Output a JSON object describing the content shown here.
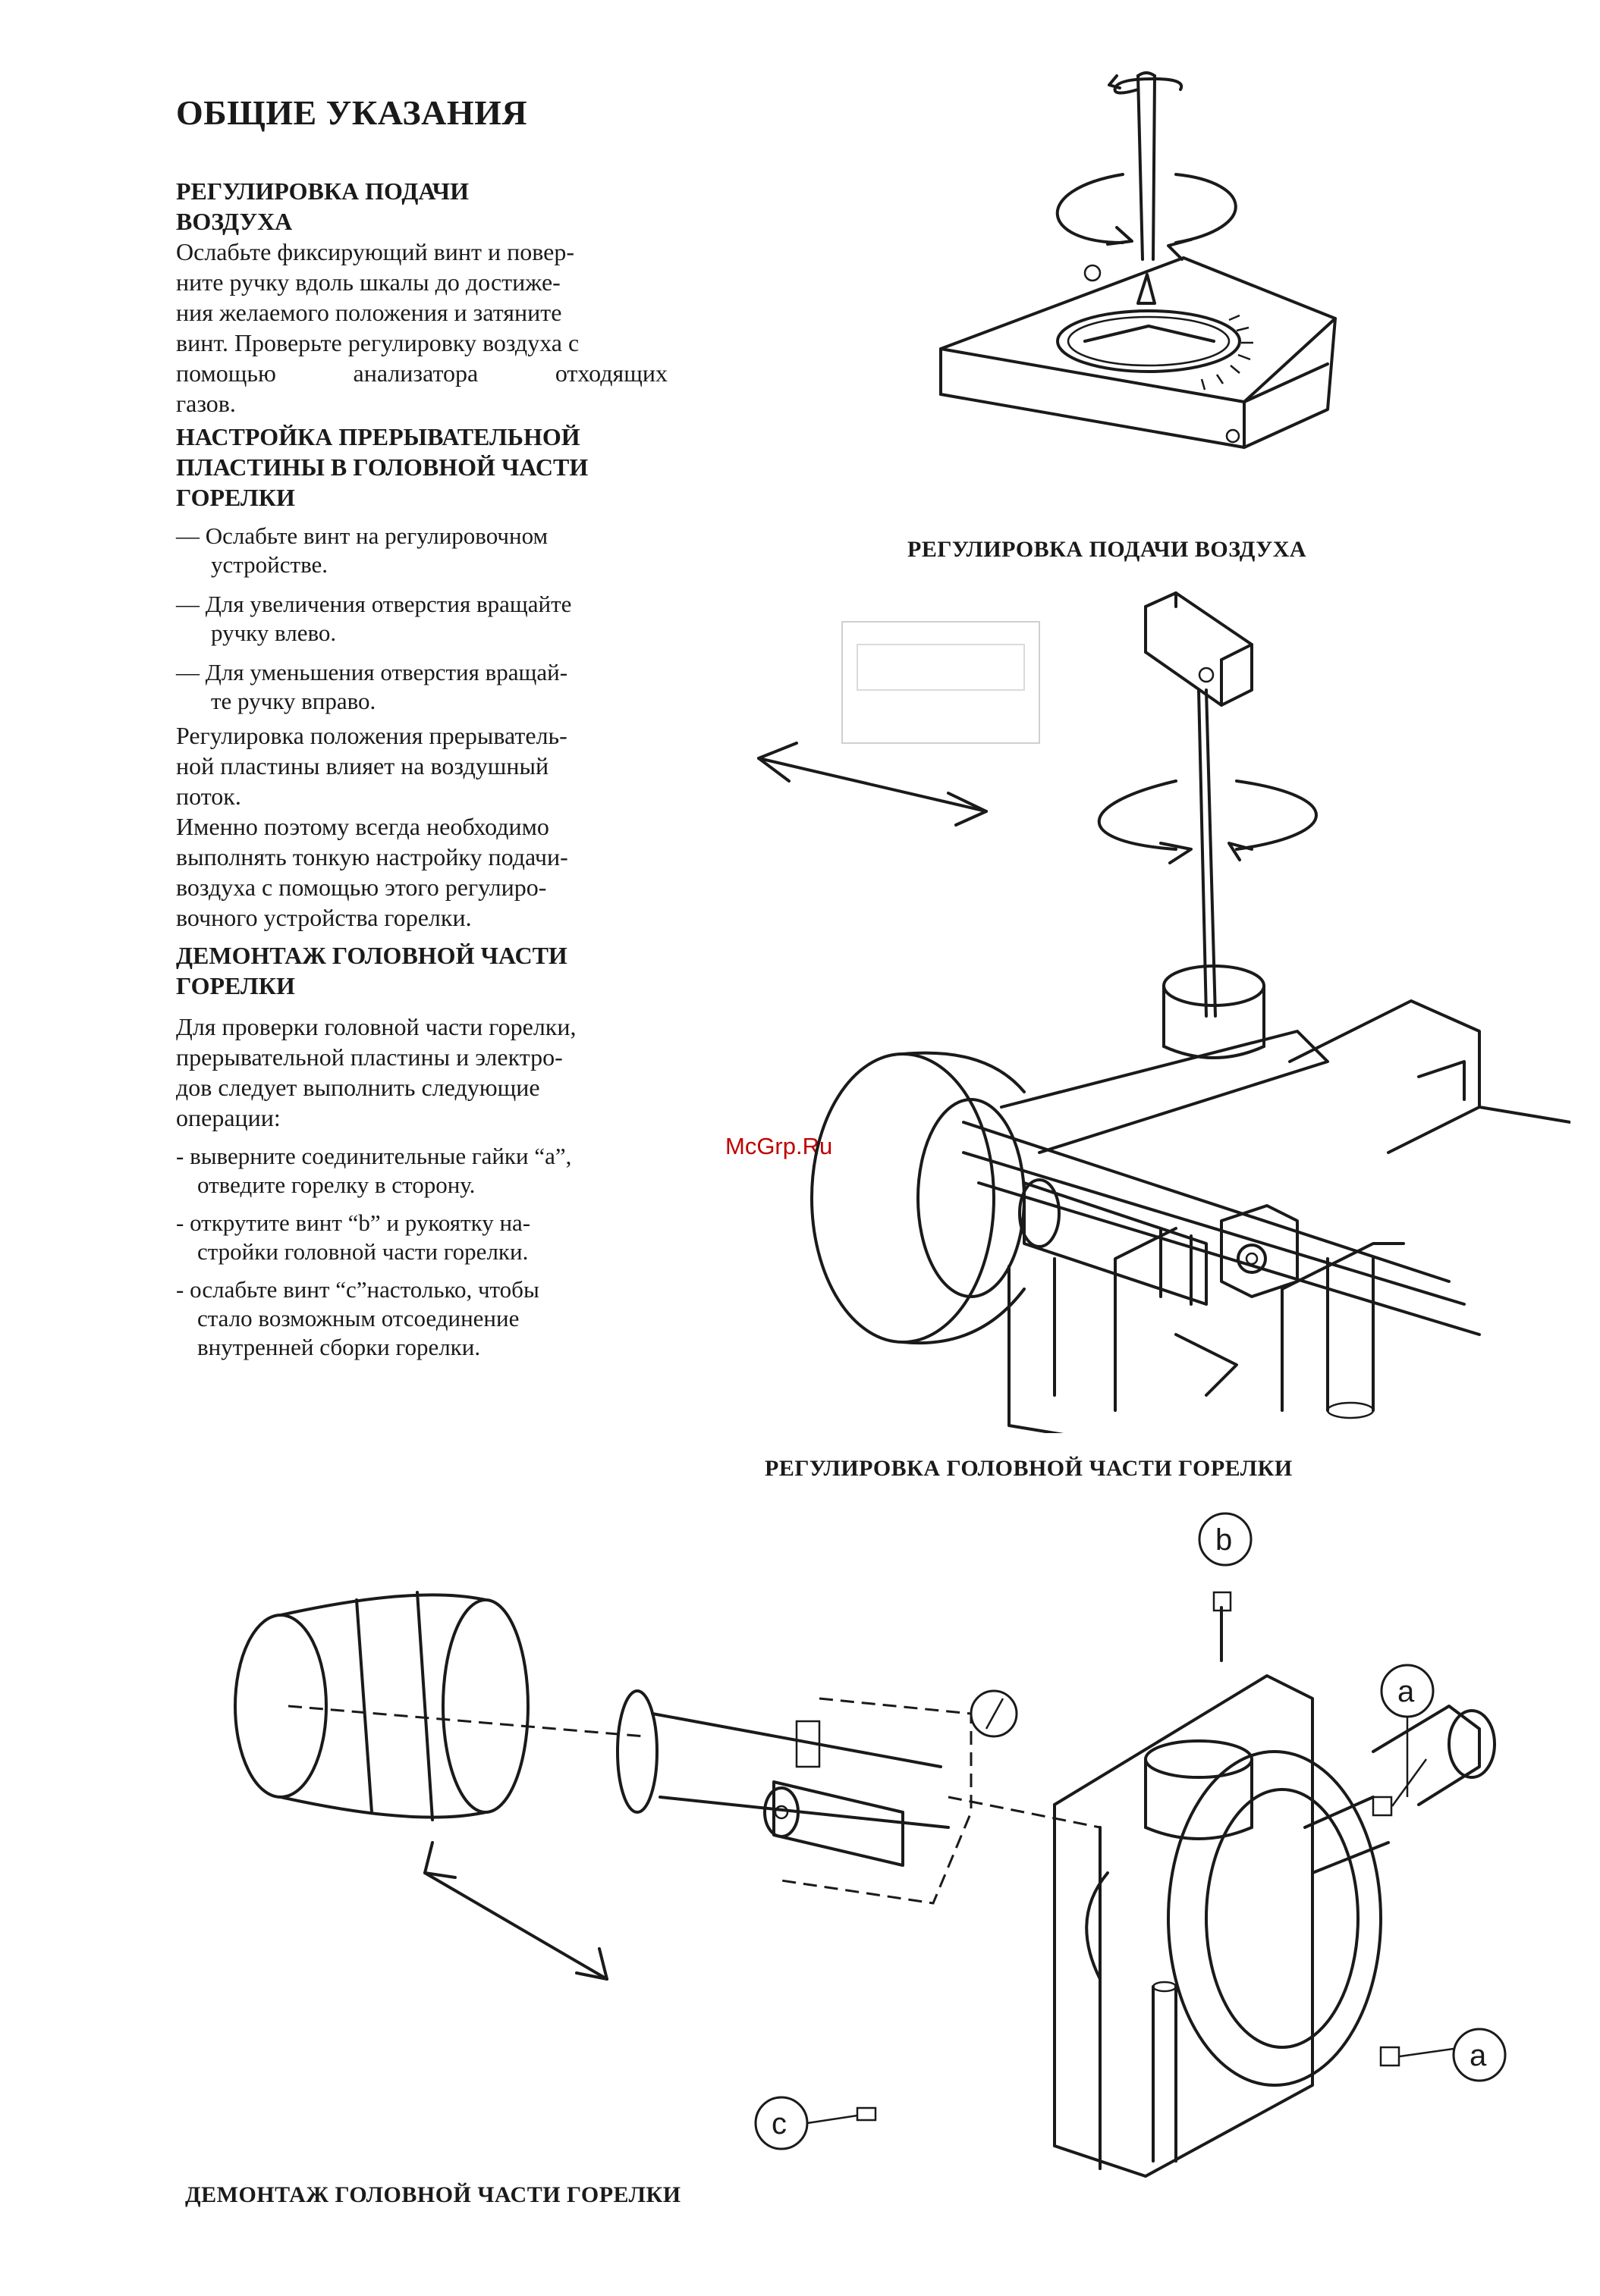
{
  "page_title": "ОБЩИЕ УКАЗАНИЯ",
  "watermark": "McGrp.Ru",
  "sections": {
    "air": {
      "heading_1": "РЕГУЛИРОВКА ПОДАЧИ",
      "heading_2": "ВОЗДУХА",
      "body": [
        "Ослабьте фиксирующий винт и повер-",
        "ните ручку вдоль шкалы до достиже-",
        "ния желаемого положения и затяните",
        "винт. Проверьте регулировку воздуха с",
        "помощью анализатора отходящих",
        "газов."
      ]
    },
    "plate": {
      "heading_1": "НАСТРОЙКА ПРЕРЫВАТЕЛЬНОЙ",
      "heading_2": "ПЛАСТИНЫ В ГОЛОВНОЙ ЧАСТИ",
      "heading_3": "ГОРЕЛКИ",
      "items": [
        [
          "— Ослабьте винт на регулировочном",
          "устройстве."
        ],
        [
          "— Для увеличения отверстия вращайте",
          "ручку влево."
        ],
        [
          "— Для уменьшения отверстия вращай-",
          "те ручку вправо."
        ]
      ],
      "body": [
        "Регулировка положения прерыватель-",
        "ной пластины влияет на воздушный",
        "поток.",
        "Именно поэтому всегда необходимо",
        "выполнять тонкую настройку подачи-",
        "воздуха с помощью этого регулиро-",
        "вочного устройства горелки."
      ]
    },
    "removal": {
      "heading_1": "ДЕМОНТАЖ ГОЛОВНОЙ ЧАСТИ",
      "heading_2": "ГОРЕЛКИ",
      "intro": [
        "Для проверки головной части горелки,",
        "прерывательной пластины и электро-",
        "дов следует выполнить следующие",
        "операции:"
      ],
      "steps": [
        [
          "- выверните соединительные гайки “a”,",
          "отведите горелку в сторону."
        ],
        [
          "- открутите винт “b” и рукоятку на-",
          "стройки головной части горелки."
        ],
        [
          "- ослабьте винт “c”настолько, чтобы",
          "стало возможным отсоединение",
          "внутренней сборки горелки."
        ]
      ]
    }
  },
  "captions": {
    "fig1": "РЕГУЛИРОВКА  ПОДАЧИ ВОЗДУХА",
    "fig2": "РЕГУЛИРОВКА ГОЛОВНОЙ ЧАСТИ ГОРЕЛКИ",
    "fig3": "ДЕМОНТАЖ ГОЛОВНОЙ ЧАСТИ ГОРЕЛКИ"
  },
  "callouts": {
    "a": "a",
    "b": "b",
    "c": "c"
  },
  "icons": [
    "air-regulator-diagram",
    "burner-head-adjustment-diagram",
    "burner-head-removal-exploded-diagram"
  ]
}
